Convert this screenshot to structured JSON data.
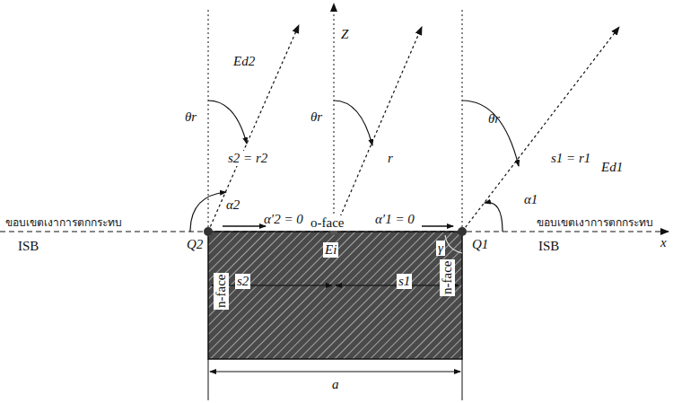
{
  "diagram": {
    "labels": [
      "Z",
      "Ed2",
      "Ed1",
      "θr",
      "θr",
      "θr",
      "s2 = r2",
      "r",
      "s1 = r1",
      "α2",
      "α1",
      "α′2 = 0",
      "α′1 = 0",
      "ขอบเขตเงาการตกกระทบ",
      "ขอบเขตเงาการตกกระทบ",
      "ISB",
      "ISB",
      "x",
      "Q2",
      "Q1",
      "o-face",
      "Ei",
      "γ",
      "s2",
      "s1",
      "n-face",
      "n-face",
      "a"
    ]
  }
}
